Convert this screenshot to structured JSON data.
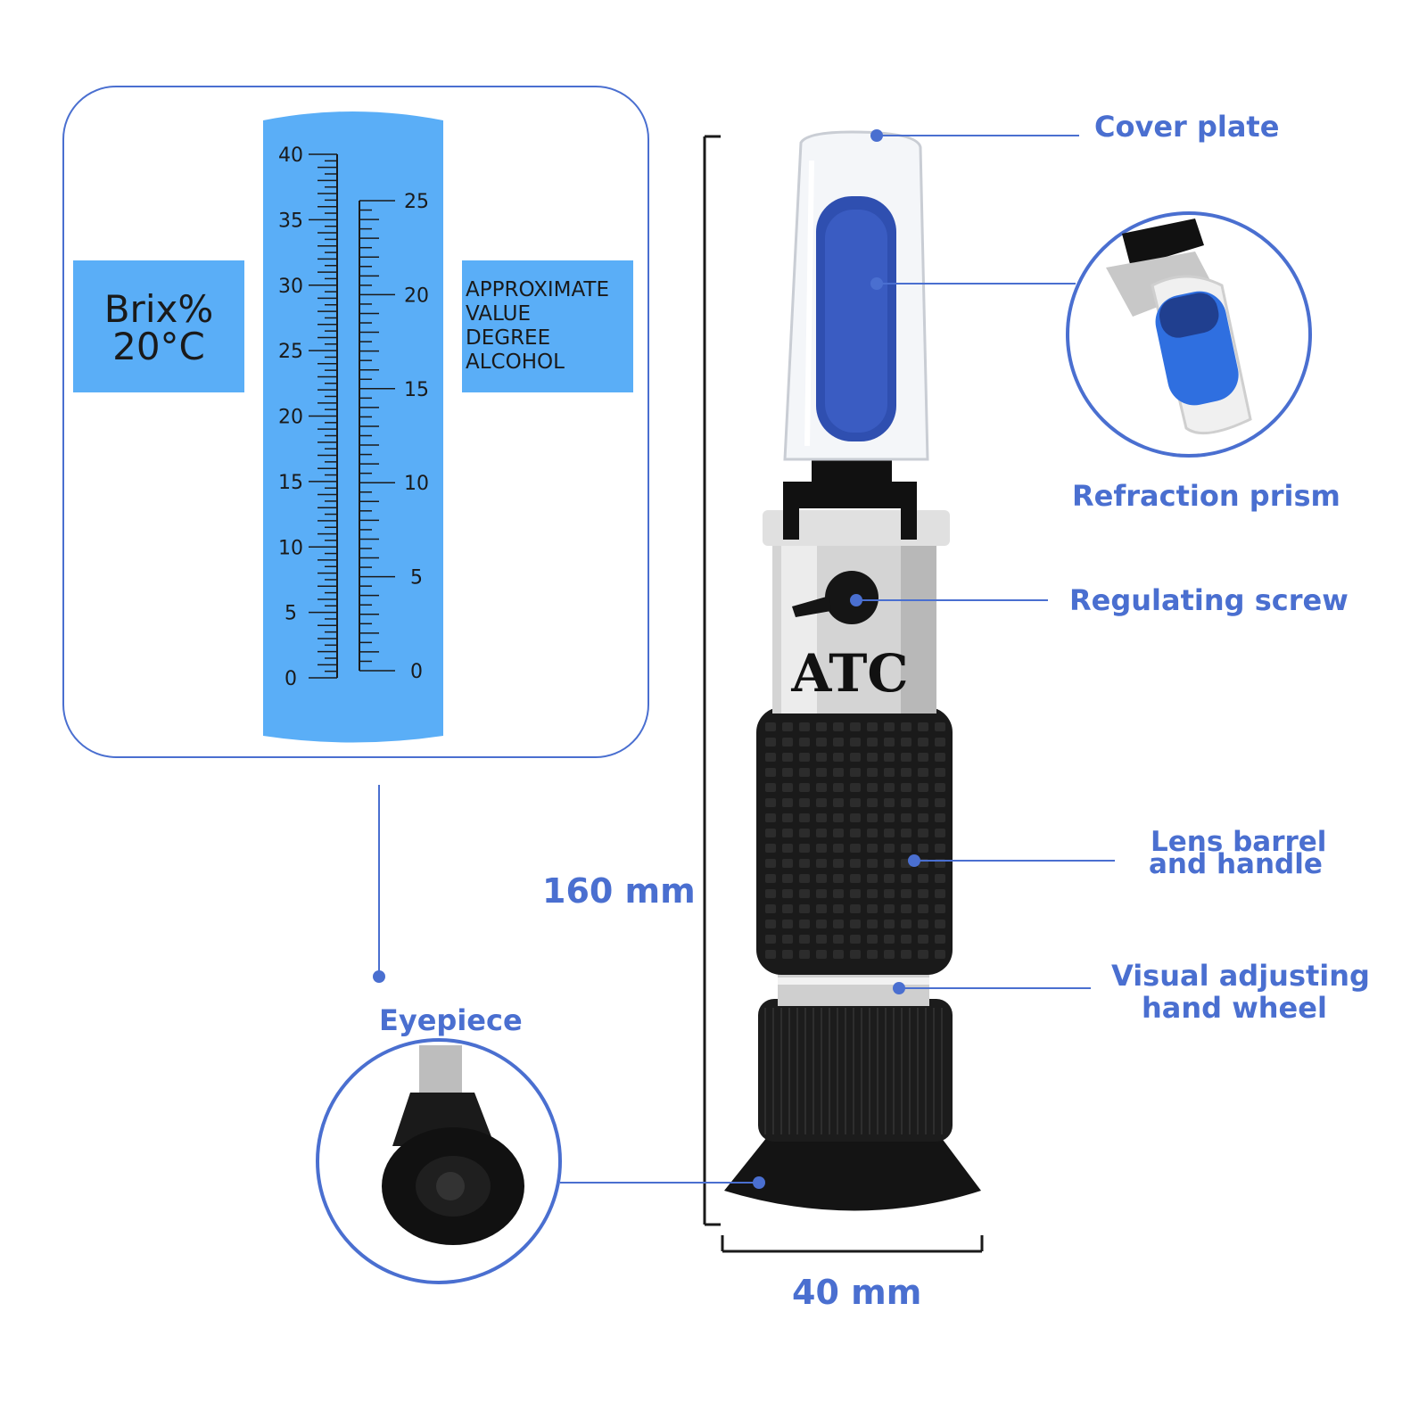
{
  "scale": {
    "left_box_line1": "Brix%",
    "left_box_line2": "20°C",
    "right_box_lines": [
      "APPROXIMATE",
      "VALUE",
      "DEGREE",
      "ALCOHOL"
    ],
    "brix_ticks": [
      "40",
      "35",
      "30",
      "25",
      "20",
      "15",
      "10",
      "5",
      "0"
    ],
    "alcohol_ticks": [
      "25",
      "20",
      "15",
      "10",
      "5",
      "0"
    ]
  },
  "device": {
    "marking": "ATC"
  },
  "labels": {
    "cover_plate": "Cover plate",
    "refraction_prism": "Refraction prism",
    "regulating_screw": "Regulating screw",
    "lens_barrel_line1": "Lens barrel",
    "lens_barrel_line2": "and handle",
    "visual_wheel_line1": "Visual adjusting",
    "visual_wheel_line2": "hand wheel",
    "eyepiece": "Eyepiece"
  },
  "dimensions": {
    "height": "160 mm",
    "width": "40 mm"
  },
  "colors": {
    "accent": "#4a6fd0",
    "scale_blue": "#5aaef7",
    "prism_blue": "#2f4fb0",
    "rubber_black": "#1b1b1b",
    "metal_silver": "#d8d8d8"
  }
}
